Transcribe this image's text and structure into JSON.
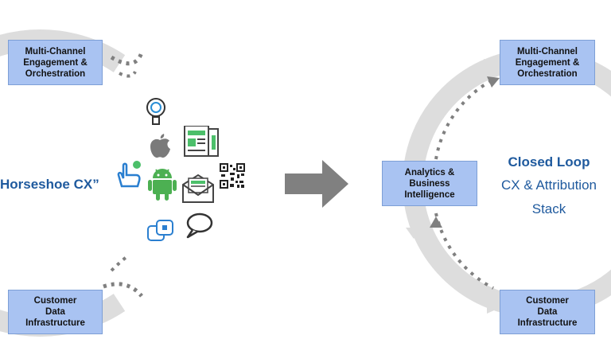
{
  "left": {
    "title": "Horseshoe CX”",
    "top_box": "Multi-Channel\nEngagement &\nOrchestration",
    "bottom_box": "Customer\nData\nInfrastructure"
  },
  "right": {
    "title_bold": "Closed Loop",
    "title_line2": "CX & Attribution",
    "title_line3": "Stack",
    "top_box": "Multi-Channel\nEngagement &\nOrchestration",
    "left_box": "Analytics &\nBusiness\nIntelligence",
    "bottom_box": "Customer\nData\nInfrastructure"
  },
  "icons": [
    "magnifier-bulb-icon",
    "apple-icon",
    "documents-icon",
    "touch-icon",
    "android-icon",
    "qr-code-icon",
    "email-icon",
    "speech-bubble-icon",
    "cards-icon"
  ],
  "colors": {
    "box_fill": "#a9c3f2",
    "ring": "#dcdcdc",
    "arrow": "#7f7f7f",
    "title_text": "#1f5a9e"
  }
}
